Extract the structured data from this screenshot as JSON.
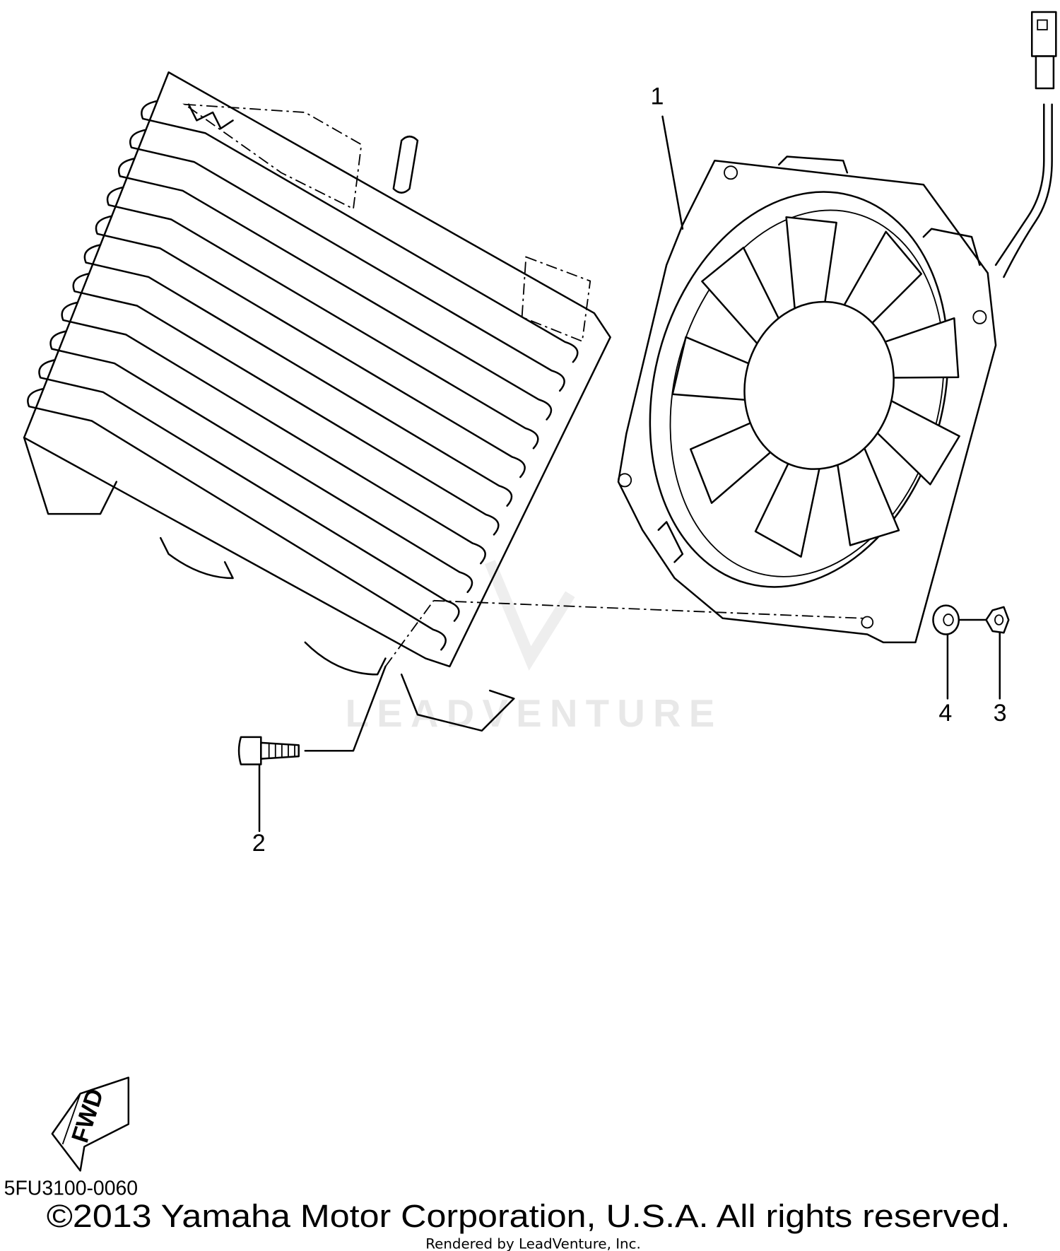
{
  "diagram": {
    "callouts": [
      "1",
      "2",
      "3",
      "4"
    ],
    "fwd_label": "FWD",
    "drawing_code": "5FU3100-0060",
    "copyright": "©2013 Yamaha Motor Corporation, U.S.A. All rights reserved.",
    "rendered_by": "Rendered by LeadVenture, Inc.",
    "watermark": "LEADVENTURE"
  }
}
